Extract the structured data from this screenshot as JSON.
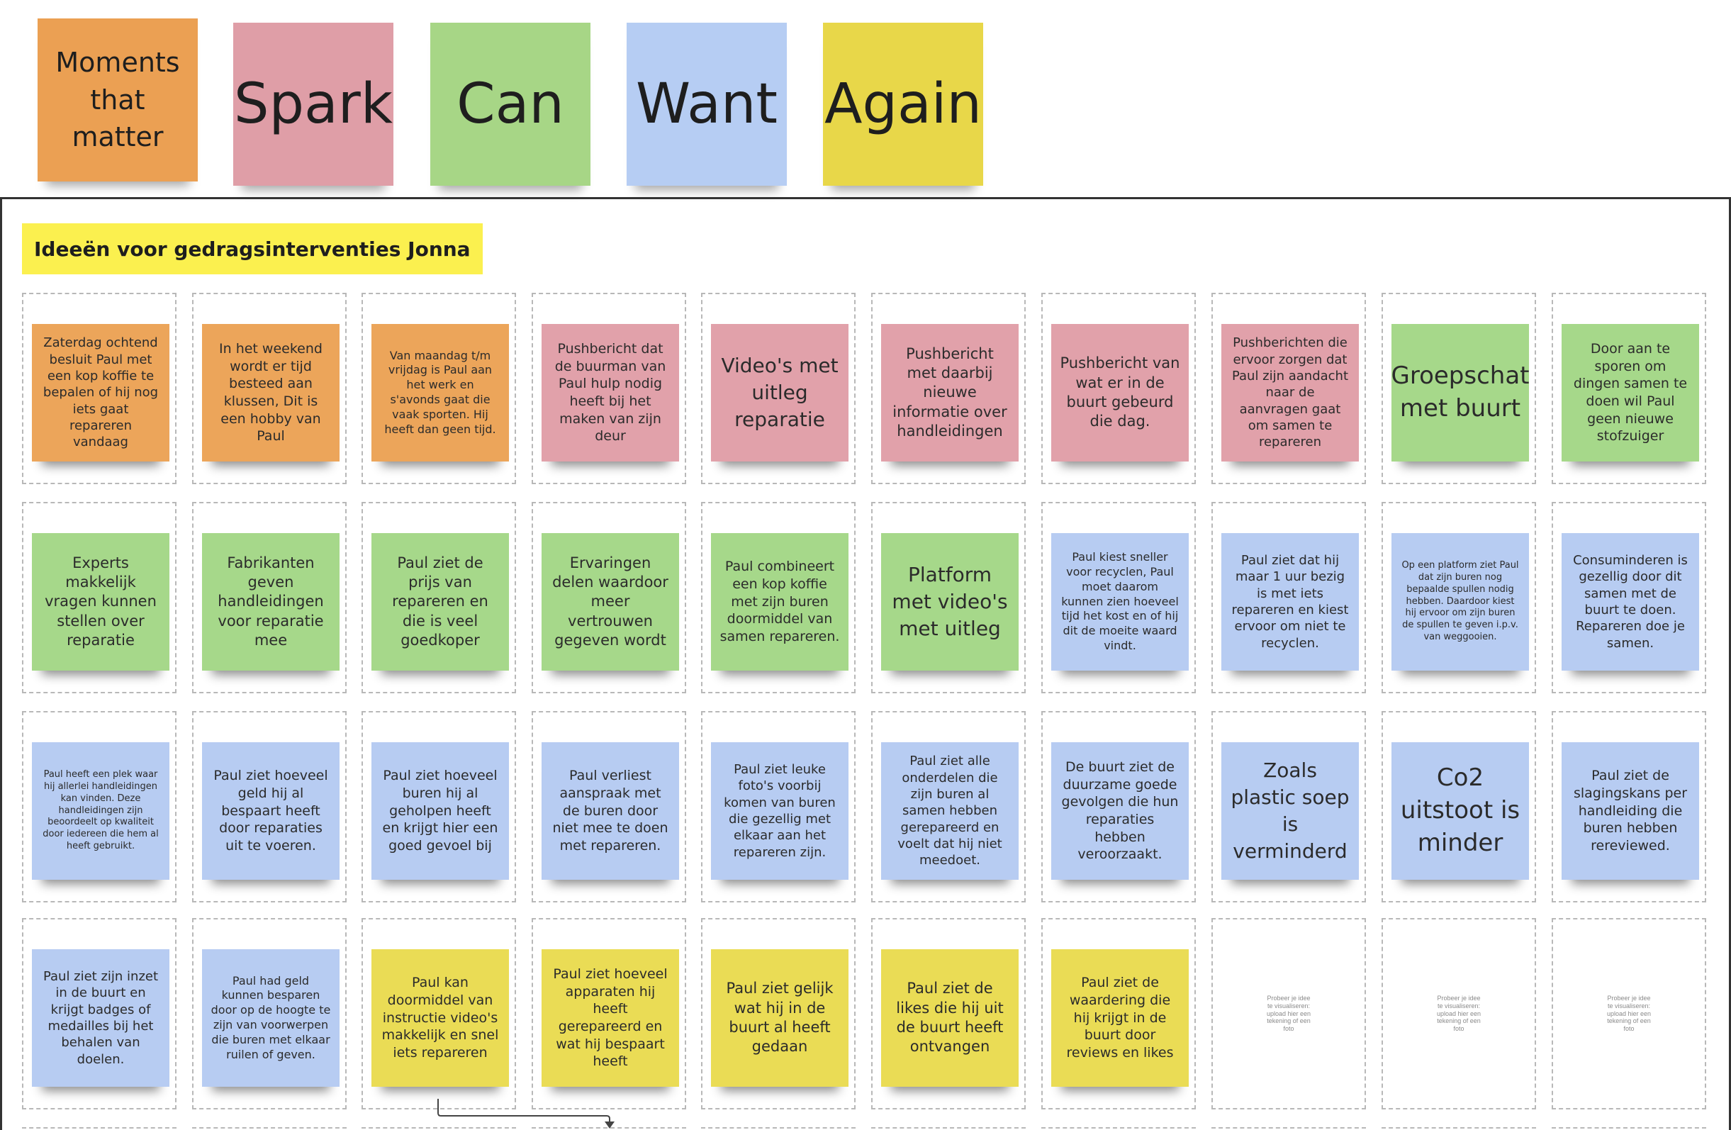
{
  "header_stickies": [
    {
      "text": "Moments that matter",
      "color": "#eba053"
    },
    {
      "text": "Spark",
      "color": "#df9ea7"
    },
    {
      "text": "Can",
      "color": "#a7d686"
    },
    {
      "text": "Want",
      "color": "#b6cdf3"
    },
    {
      "text": "Again",
      "color": "#e8d749"
    }
  ],
  "frame": {
    "title": "Ideeën voor gedragsinterventies Jonna"
  },
  "rows": [
    [
      {
        "text": "Zaterdag ochtend besluit Paul met een kop koffie te bepalen of hij nog iets gaat repareren vandaag",
        "color": "orange"
      },
      {
        "text": "In het weekend wordt er tijd besteed aan klussen, Dit is een hobby van Paul",
        "color": "orange"
      },
      {
        "text": "Van maandag t/m vrijdag is Paul aan het werk en s'avonds gaat die vaak sporten. Hij heeft dan geen tijd.",
        "color": "orange"
      },
      {
        "text": "Pushbericht dat de buurman van Paul hulp nodig heeft bij het maken van zijn deur",
        "color": "pink"
      },
      {
        "text": "Video's met uitleg reparatie",
        "color": "pink"
      },
      {
        "text": "Pushbericht met daarbij nieuwe informatie over handleidingen",
        "color": "pink"
      },
      {
        "text": "Pushbericht van wat er in de buurt gebeurd die dag.",
        "color": "pink"
      },
      {
        "text": "Pushberichten die ervoor zorgen dat Paul zijn aandacht naar de aanvragen gaat om samen te repareren",
        "color": "pink"
      },
      {
        "text": "Groepschat met buurt",
        "color": "green"
      },
      {
        "text": "Door aan te sporen om dingen samen te doen wil Paul geen nieuwe stofzuiger",
        "color": "green"
      }
    ],
    [
      {
        "text": "Experts makkelijk vragen kunnen stellen over reparatie",
        "color": "green"
      },
      {
        "text": "Fabrikanten geven handleidingen voor reparatie mee",
        "color": "green"
      },
      {
        "text": "Paul ziet de prijs van repareren en die is veel goedkoper",
        "color": "green"
      },
      {
        "text": "Ervaringen delen waardoor meer vertrouwen gegeven wordt",
        "color": "green"
      },
      {
        "text": "Paul combineert een kop koffie met zijn buren doormiddel van samen repareren.",
        "color": "green"
      },
      {
        "text": "Platform met video's met uitleg",
        "color": "green"
      },
      {
        "text": "Paul kiest sneller voor recyclen, Paul moet daarom kunnen zien hoeveel tijd het kost en of hij dit de moeite waard vindt.",
        "color": "blue"
      },
      {
        "text": "Paul ziet dat hij maar 1 uur bezig is met iets repareren en kiest ervoor om niet te recyclen.",
        "color": "blue"
      },
      {
        "text": "Op een platform ziet Paul dat zijn buren nog bepaalde spullen nodig hebben. Daardoor kiest hij ervoor om zijn buren de spullen te geven i.p.v. van weggooien.",
        "color": "blue"
      },
      {
        "text": "Consuminderen is gezellig door dit samen met de buurt te doen. Repareren doe je samen.",
        "color": "blue"
      }
    ],
    [
      {
        "text": "Paul heeft een plek waar hij allerlei handleidingen kan vinden. Deze handleidingen zijn beoordeelt op kwaliteit door iedereen die hem al heeft gebruikt.",
        "color": "blue"
      },
      {
        "text": "Paul ziet hoeveel geld hij al bespaart heeft door reparaties uit te voeren.",
        "color": "blue"
      },
      {
        "text": "Paul ziet hoeveel buren hij al geholpen heeft en krijgt hier een goed gevoel bij",
        "color": "blue"
      },
      {
        "text": "Paul verliest aanspraak met de buren door niet mee te doen met repareren.",
        "color": "blue"
      },
      {
        "text": "Paul ziet leuke foto's voorbij komen van buren die gezellig met elkaar aan het repareren zijn.",
        "color": "blue"
      },
      {
        "text": "Paul ziet alle onderdelen die zijn buren al samen hebben gerepareerd en voelt dat hij niet meedoet.",
        "color": "blue"
      },
      {
        "text": "De buurt ziet de duurzame goede gevolgen die hun reparaties hebben veroorzaakt.",
        "color": "blue"
      },
      {
        "text": "Zoals plastic soep is verminderd",
        "color": "blue"
      },
      {
        "text": "Co2 uitstoot is minder",
        "color": "blue"
      },
      {
        "text": "Paul ziet de slagingskans per handleiding die buren hebben rereviewed.",
        "color": "blue"
      }
    ],
    [
      {
        "text": "Paul ziet zijn inzet in de buurt en krijgt badges of medailles bij het behalen van doelen.",
        "color": "blue"
      },
      {
        "text": "Paul had geld kunnen besparen door op de hoogte te zijn van voorwerpen die buren met elkaar ruilen of geven.",
        "color": "blue"
      },
      {
        "text": "Paul kan doormiddel van instructie video's makkelijk en snel iets repareren",
        "color": "yellow"
      },
      {
        "text": "Paul ziet hoeveel apparaten hij heeft gerepareerd en wat hij bespaart heeft",
        "color": "yellow"
      },
      {
        "text": "Paul ziet gelijk wat hij in de buurt al  heeft gedaan",
        "color": "yellow"
      },
      {
        "text": "Paul ziet de likes die hij uit de buurt heeft ontvangen",
        "color": "yellow"
      },
      {
        "text": "Paul ziet de waardering die hij krijgt in de buurt door reviews en likes",
        "color": "yellow"
      },
      {
        "placeholder": "Probeer je idee te visualiseren: upload hier een tekening of een foto"
      },
      {
        "placeholder": "Probeer je idee te visualiseren: upload hier een tekening of een foto"
      },
      {
        "placeholder": "Probeer je idee te visualiseren: upload hier een tekening of een foto"
      }
    ]
  ]
}
